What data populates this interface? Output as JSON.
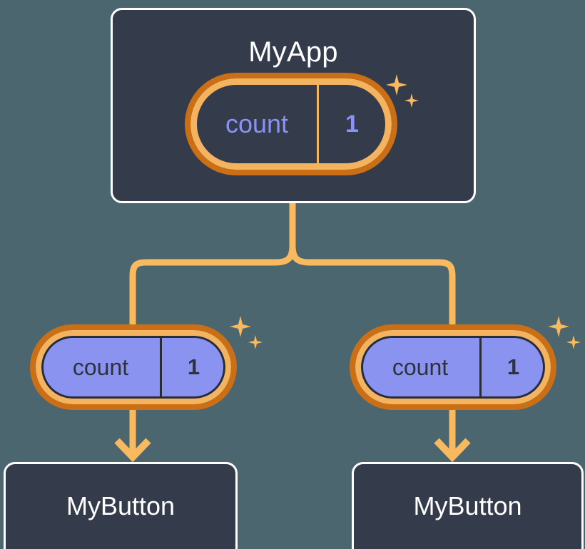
{
  "diagram": {
    "title_text_visible": false,
    "background_color": "#4c666f",
    "accent_orange_light": "#f4b35e",
    "accent_orange_dark": "#ca6f16",
    "accent_purple": "#8a93f0",
    "card_background": "#343b4a",
    "card_border": "#ffffff"
  },
  "root": {
    "label": "MyApp",
    "state": {
      "key": "count",
      "value": "1"
    },
    "sparkle": "sparkles-icon"
  },
  "branches": [
    {
      "state": {
        "key": "count",
        "value": "1"
      },
      "sparkle": "sparkles-icon",
      "child": {
        "label": "MyButton"
      }
    },
    {
      "state": {
        "key": "count",
        "value": "1"
      },
      "sparkle": "sparkles-icon",
      "child": {
        "label": "MyButton"
      }
    }
  ],
  "connectors": {
    "trunk": "vertical-line-from-myapp",
    "split": "horizontal-branch-bar",
    "arrows": [
      "arrow-down-to-left-button",
      "arrow-down-to-right-button"
    ]
  }
}
